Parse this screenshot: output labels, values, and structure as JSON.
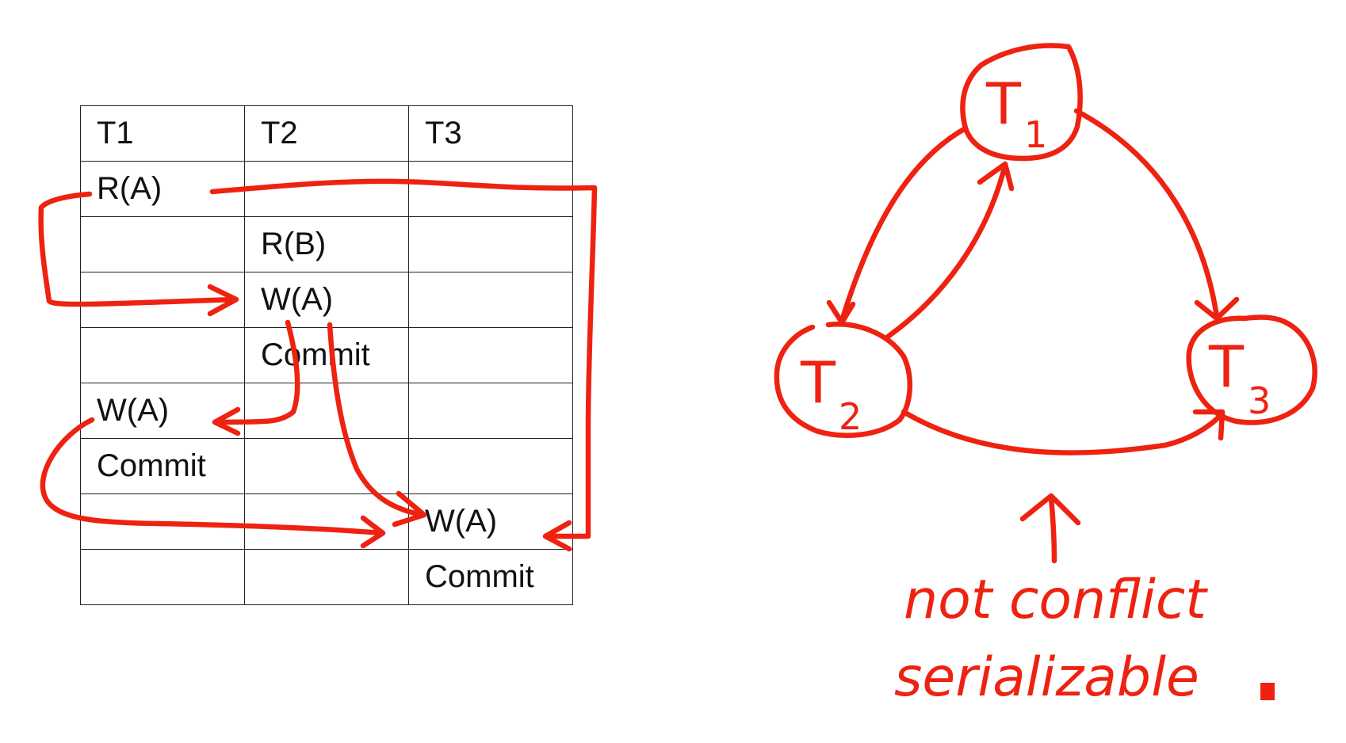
{
  "schedule": {
    "headers": [
      "T1",
      "T2",
      "T3"
    ],
    "rows": [
      [
        "R(A)",
        "",
        ""
      ],
      [
        "",
        "R(B)",
        ""
      ],
      [
        "",
        "W(A)",
        ""
      ],
      [
        "",
        "Commit",
        ""
      ],
      [
        "W(A)",
        "",
        ""
      ],
      [
        "Commit",
        "",
        ""
      ],
      [
        "",
        "",
        "W(A)"
      ],
      [
        "",
        "",
        "Commit"
      ]
    ]
  },
  "graph": {
    "nodes": [
      {
        "id": "T1",
        "letter": "T",
        "sub": "1"
      },
      {
        "id": "T2",
        "letter": "T",
        "sub": "2"
      },
      {
        "id": "T3",
        "letter": "T",
        "sub": "3"
      }
    ]
  },
  "note": {
    "line1": "not conflict",
    "line2": "serializable"
  },
  "colors": {
    "ink": "#ee2211",
    "grid": "#222222"
  }
}
